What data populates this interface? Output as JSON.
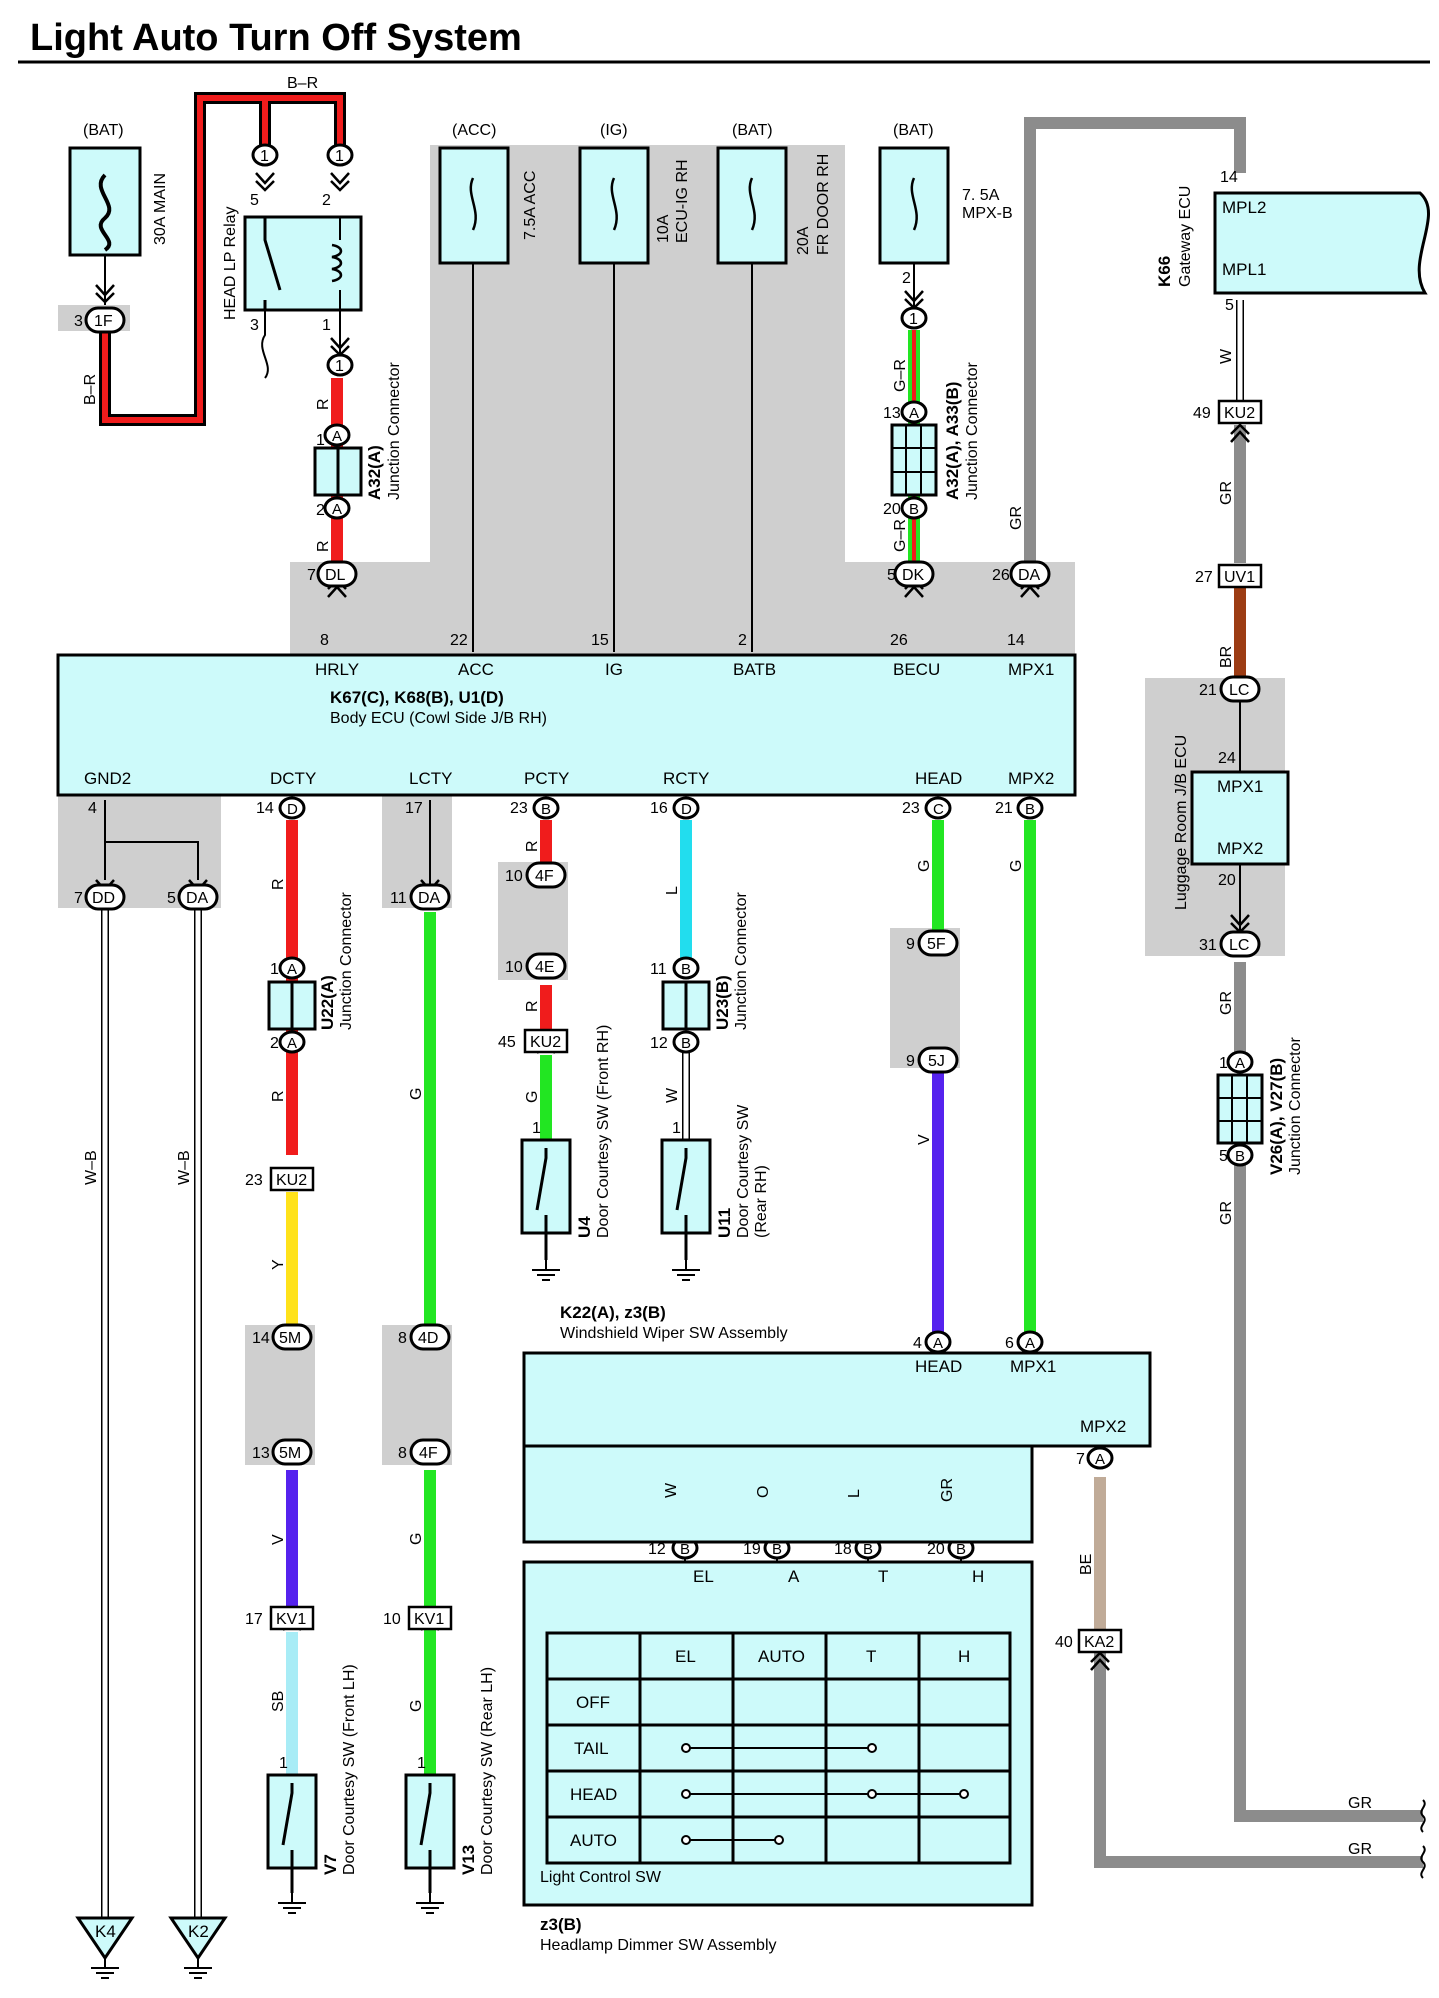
{
  "title": "Light Auto Turn Off System",
  "colors": {
    "R": "#f01c1c",
    "G": "#22e622",
    "L": "#22ddee",
    "Y": "#ffe21a",
    "V": "#5522ee",
    "SB": "#a8ecf6",
    "BR": "#9c3c14",
    "GR": "#8c8c8c",
    "O": "#ff7a14",
    "BE": "#c0ab98",
    "box": "#cdfafa",
    "shade": "#cfcfcf"
  },
  "fuses": {
    "main": {
      "source": "(BAT)",
      "name": "30A MAIN"
    },
    "acc": {
      "source": "(ACC)",
      "name": "7.5A ACC"
    },
    "ecu_ig": {
      "source": "(IG)",
      "amp": "10A",
      "name": "ECU-IG RH"
    },
    "fr_door": {
      "source": "(BAT)",
      "amp": "20A",
      "name": "FR DOOR RH"
    },
    "mpx_b": {
      "source": "(BAT)",
      "amp": "7. 5A",
      "name": "MPX-B"
    }
  },
  "relay": {
    "name": "HEAD LP Relay",
    "pins": [
      "5",
      "2",
      "3",
      "1"
    ]
  },
  "connectors": {
    "a32": {
      "id": "A32(A)",
      "name": "Junction Connector"
    },
    "a32_a33": {
      "id": "A32(A), A33(B)",
      "name": "Junction Connector"
    },
    "u22": {
      "id": "U22(A)",
      "name": "Junction Connector"
    },
    "u23": {
      "id": "U23(B)",
      "name": "Junction Connector"
    },
    "v26_v27": {
      "id": "V26(A), V27(B)",
      "name": "Junction Connector"
    }
  },
  "body_ecu": {
    "id": "K67(C), K68(B), U1(D)",
    "name": "Body ECU (Cowl Side J/B RH)",
    "top_terminals": [
      {
        "label": "HRLY",
        "pin": "8"
      },
      {
        "label": "ACC",
        "pin": "22"
      },
      {
        "label": "IG",
        "pin": "15"
      },
      {
        "label": "BATB",
        "pin": "2"
      },
      {
        "label": "BECU",
        "pin": "26"
      },
      {
        "label": "MPX1",
        "pin": "14"
      }
    ],
    "bottom_terminals": [
      {
        "label": "GND2",
        "pin": "4"
      },
      {
        "label": "DCTY",
        "pin": "14"
      },
      {
        "label": "LCTY",
        "pin": "17"
      },
      {
        "label": "PCTY",
        "pin": "23"
      },
      {
        "label": "RCTY",
        "pin": "16"
      },
      {
        "label": "HEAD",
        "pin": "23"
      },
      {
        "label": "MPX2",
        "pin": "21"
      }
    ]
  },
  "gateway": {
    "id": "K66",
    "name": "Gateway ECU",
    "t1": "MPL2",
    "t2": "MPL1"
  },
  "luggage": {
    "name": "Luggage Room J/B ECU",
    "t1": "MPX1",
    "t2": "MPX2"
  },
  "wiper": {
    "id": "K22(A), z3(B)",
    "name": "Windshield Wiper SW Assembly",
    "t_head": "HEAD",
    "t_mpx1": "MPX1",
    "t_mpx2": "MPX2"
  },
  "light_sw": {
    "name": "Light Control SW",
    "terms": [
      "EL",
      "A",
      "T",
      "H"
    ],
    "cols": [
      "EL",
      "AUTO",
      "T",
      "H"
    ],
    "rows": [
      "OFF",
      "TAIL",
      "HEAD",
      "AUTO"
    ]
  },
  "dimmer": {
    "id": "z3(B)",
    "name": "Headlamp Dimmer SW Assembly"
  },
  "switches": {
    "u4": {
      "id": "U4",
      "name": "Door Courtesy SW (Front RH)"
    },
    "u11": {
      "id": "U11",
      "name": "Door Courtesy SW",
      "sub": "(Rear RH)"
    },
    "v7": {
      "id": "V7",
      "name": "Door Courtesy SW (Front LH)"
    },
    "v13": {
      "id": "V13",
      "name": "Door Courtesy SW (Rear LH)"
    }
  },
  "grounds": {
    "k4": "K4",
    "k2": "K2"
  },
  "wire_labels": {
    "br": "B–R",
    "r": "R",
    "gr_wire": "G–R",
    "gr": "GR",
    "w": "W",
    "brown": "BR",
    "wb": "W–B",
    "y": "Y",
    "v": "V",
    "g": "G",
    "l": "L",
    "sb": "SB",
    "o": "O",
    "be": "BE"
  },
  "pins": {
    "p1": "1",
    "p2": "2",
    "p3": "3",
    "p4": "4",
    "p5": "5",
    "p6": "6",
    "p7": "7",
    "p8": "8",
    "p9": "9",
    "p10": "10",
    "p11": "11",
    "p12": "12",
    "p13": "13",
    "p14": "14",
    "p17": "17",
    "p18": "18",
    "p19": "19",
    "p20": "20",
    "p21": "21",
    "p23": "23",
    "p24": "24",
    "p26": "26",
    "p27": "27",
    "p31": "31",
    "p40": "40",
    "p45": "45",
    "p49": "49"
  },
  "plugs": {
    "f1": "1F",
    "dl": "DL",
    "dk": "DK",
    "da": "DA",
    "dd": "DD",
    "ku2": "KU2",
    "uv1": "UV1",
    "lc": "LC",
    "f4": "4F",
    "e4": "4E",
    "f5": "5F",
    "j5": "5J",
    "m5": "5M",
    "d4": "4D",
    "kv1": "KV1",
    "ka2": "KA2",
    "a": "A",
    "b": "B",
    "c": "C",
    "d": "D",
    "one": "1"
  }
}
